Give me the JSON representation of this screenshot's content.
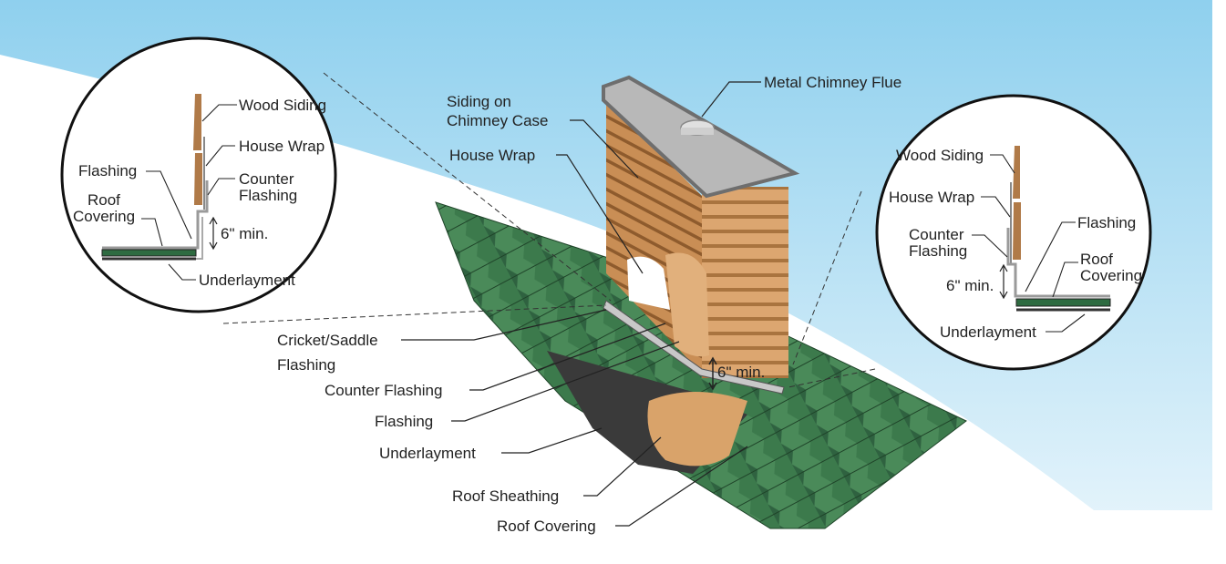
{
  "colors": {
    "sky_top": "#8fd0ee",
    "sky_bottom": "#e9f6fc",
    "shingle_green": "#3f7a4d",
    "shingle_dark": "#224a2e",
    "underlayment": "#3a3a3a",
    "wood": "#d9a36a",
    "wood_dark": "#9b6a3a",
    "metal_cap": "#b8b8b8",
    "metal_rim": "#6e6e6e"
  },
  "main_labels": {
    "metal_chimney_flue": "Metal Chimney Flue",
    "siding_line1": "Siding on",
    "siding_line2": "Chimney Case",
    "house_wrap": "House Wrap",
    "cricket_line1": "Cricket/Saddle",
    "cricket_line2": "Flashing",
    "counter_flashing": "Counter Flashing",
    "flashing": "Flashing",
    "underlayment": "Underlayment",
    "roof_sheathing": "Roof Sheathing",
    "roof_covering": "Roof Covering",
    "six_min": "6\" min."
  },
  "left_detail": {
    "wood_siding": "Wood Siding",
    "house_wrap": "House Wrap",
    "flashing": "Flashing",
    "counter_line1": "Counter",
    "counter_line2": "Flashing",
    "roof_line1": "Roof",
    "roof_line2": "Covering",
    "six_min": "6\" min.",
    "underlayment": "Underlayment"
  },
  "right_detail": {
    "wood_siding": "Wood Siding",
    "house_wrap": "House Wrap",
    "counter_line1": "Counter",
    "counter_line2": "Flashing",
    "flashing": "Flashing",
    "roof_line1": "Roof",
    "roof_line2": "Covering",
    "six_min": "6\" min.",
    "underlayment": "Underlayment"
  }
}
